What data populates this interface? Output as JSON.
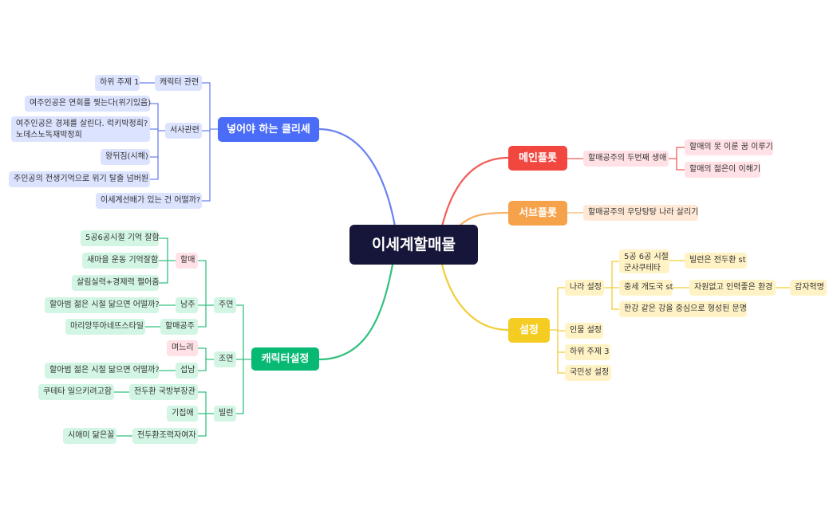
{
  "root": {
    "label": "이세계할매물"
  },
  "branches": {
    "cliche": {
      "label": "넣어야 하는 클리셰",
      "character_related": {
        "label": "캐릭터 관련",
        "items": [
          "하위 주제 1"
        ]
      },
      "narrative_related": {
        "label": "서사관련",
        "items": [
          "여주인공은 연회를 찢는다(위기있음)",
          "여주인공은 경제를 살린다. 럭키박정희?\n노데스노독재박정희",
          "왕뒤짐(시해)",
          "주인공의 전생기억으로 위기 탈출 넘버원"
        ]
      },
      "reincarnation_villain": {
        "label": "이세계선배가 있는 건 어떨까?"
      }
    },
    "characters": {
      "label": "캐릭터설정",
      "main": {
        "label": "주연",
        "halmae": {
          "label": "할매",
          "items": [
            "5공6공시절 기억 잘함",
            "새마을 운동 기억잘함",
            "살림실력+경제력 쩔어줌"
          ]
        },
        "husband": {
          "label": "남주",
          "items": [
            "할아범 젊은 시절 닮으면 어떨까?"
          ]
        },
        "princess": {
          "label": "할매공주",
          "items": [
            "마리앙뚜아네뜨스타일"
          ]
        }
      },
      "support": {
        "label": "조연",
        "daughter_in_law": {
          "label": "며느리"
        },
        "sub_male": {
          "label": "섭남",
          "items": [
            "할아범 젊은 시절 닮으면 어떨까?"
          ]
        }
      },
      "villain": {
        "label": "빌런",
        "defense_minister": {
          "label": "전두환 국방부장관",
          "items": [
            "쿠테타 일으키려고함"
          ]
        },
        "gijipae": {
          "label": "기집애"
        },
        "collaborator": {
          "label": "전두환조력자여자",
          "items": [
            "시애미 닮은꼴"
          ]
        }
      }
    },
    "main_plot": {
      "label": "메인플롯",
      "second_life": {
        "label": "할매공주의 두번째 생애",
        "items": [
          "할매의 못 이룬 꿈 이루기",
          "할매의 젊은이 이해기"
        ]
      }
    },
    "sub_plot": {
      "label": "서브플롯",
      "items": [
        "할매공주의 우당탕탕 나라 살리기"
      ]
    },
    "setting": {
      "label": "설정",
      "country": {
        "label": "나라 설정",
        "era": {
          "label": "5공 6공 시절\n군사쿠테타",
          "items": [
            "빌런은 전두환 st"
          ]
        },
        "medieval": {
          "label": "중세 개도국 st",
          "resources": {
            "label": "자원없고 인력좋은 환경",
            "items": [
              "감자혁명"
            ]
          }
        },
        "river": {
          "label": "한강 같은 강을 중심으로 형성된 문명"
        }
      },
      "others": [
        "인물 설정",
        "하위 주제 3",
        "국민성 설정"
      ]
    }
  },
  "colors": {
    "root": "#16163a",
    "cliche": "#4a6cf7",
    "characters": "#08b974",
    "main_plot": "#f2473f",
    "sub_plot": "#f6a24a",
    "setting": "#f4cc22",
    "link_blue": "#6b82f0",
    "link_green": "#33c07f",
    "link_red": "#f25d57",
    "link_orange": "#f6b26a",
    "link_yellow": "#f2cd33"
  }
}
